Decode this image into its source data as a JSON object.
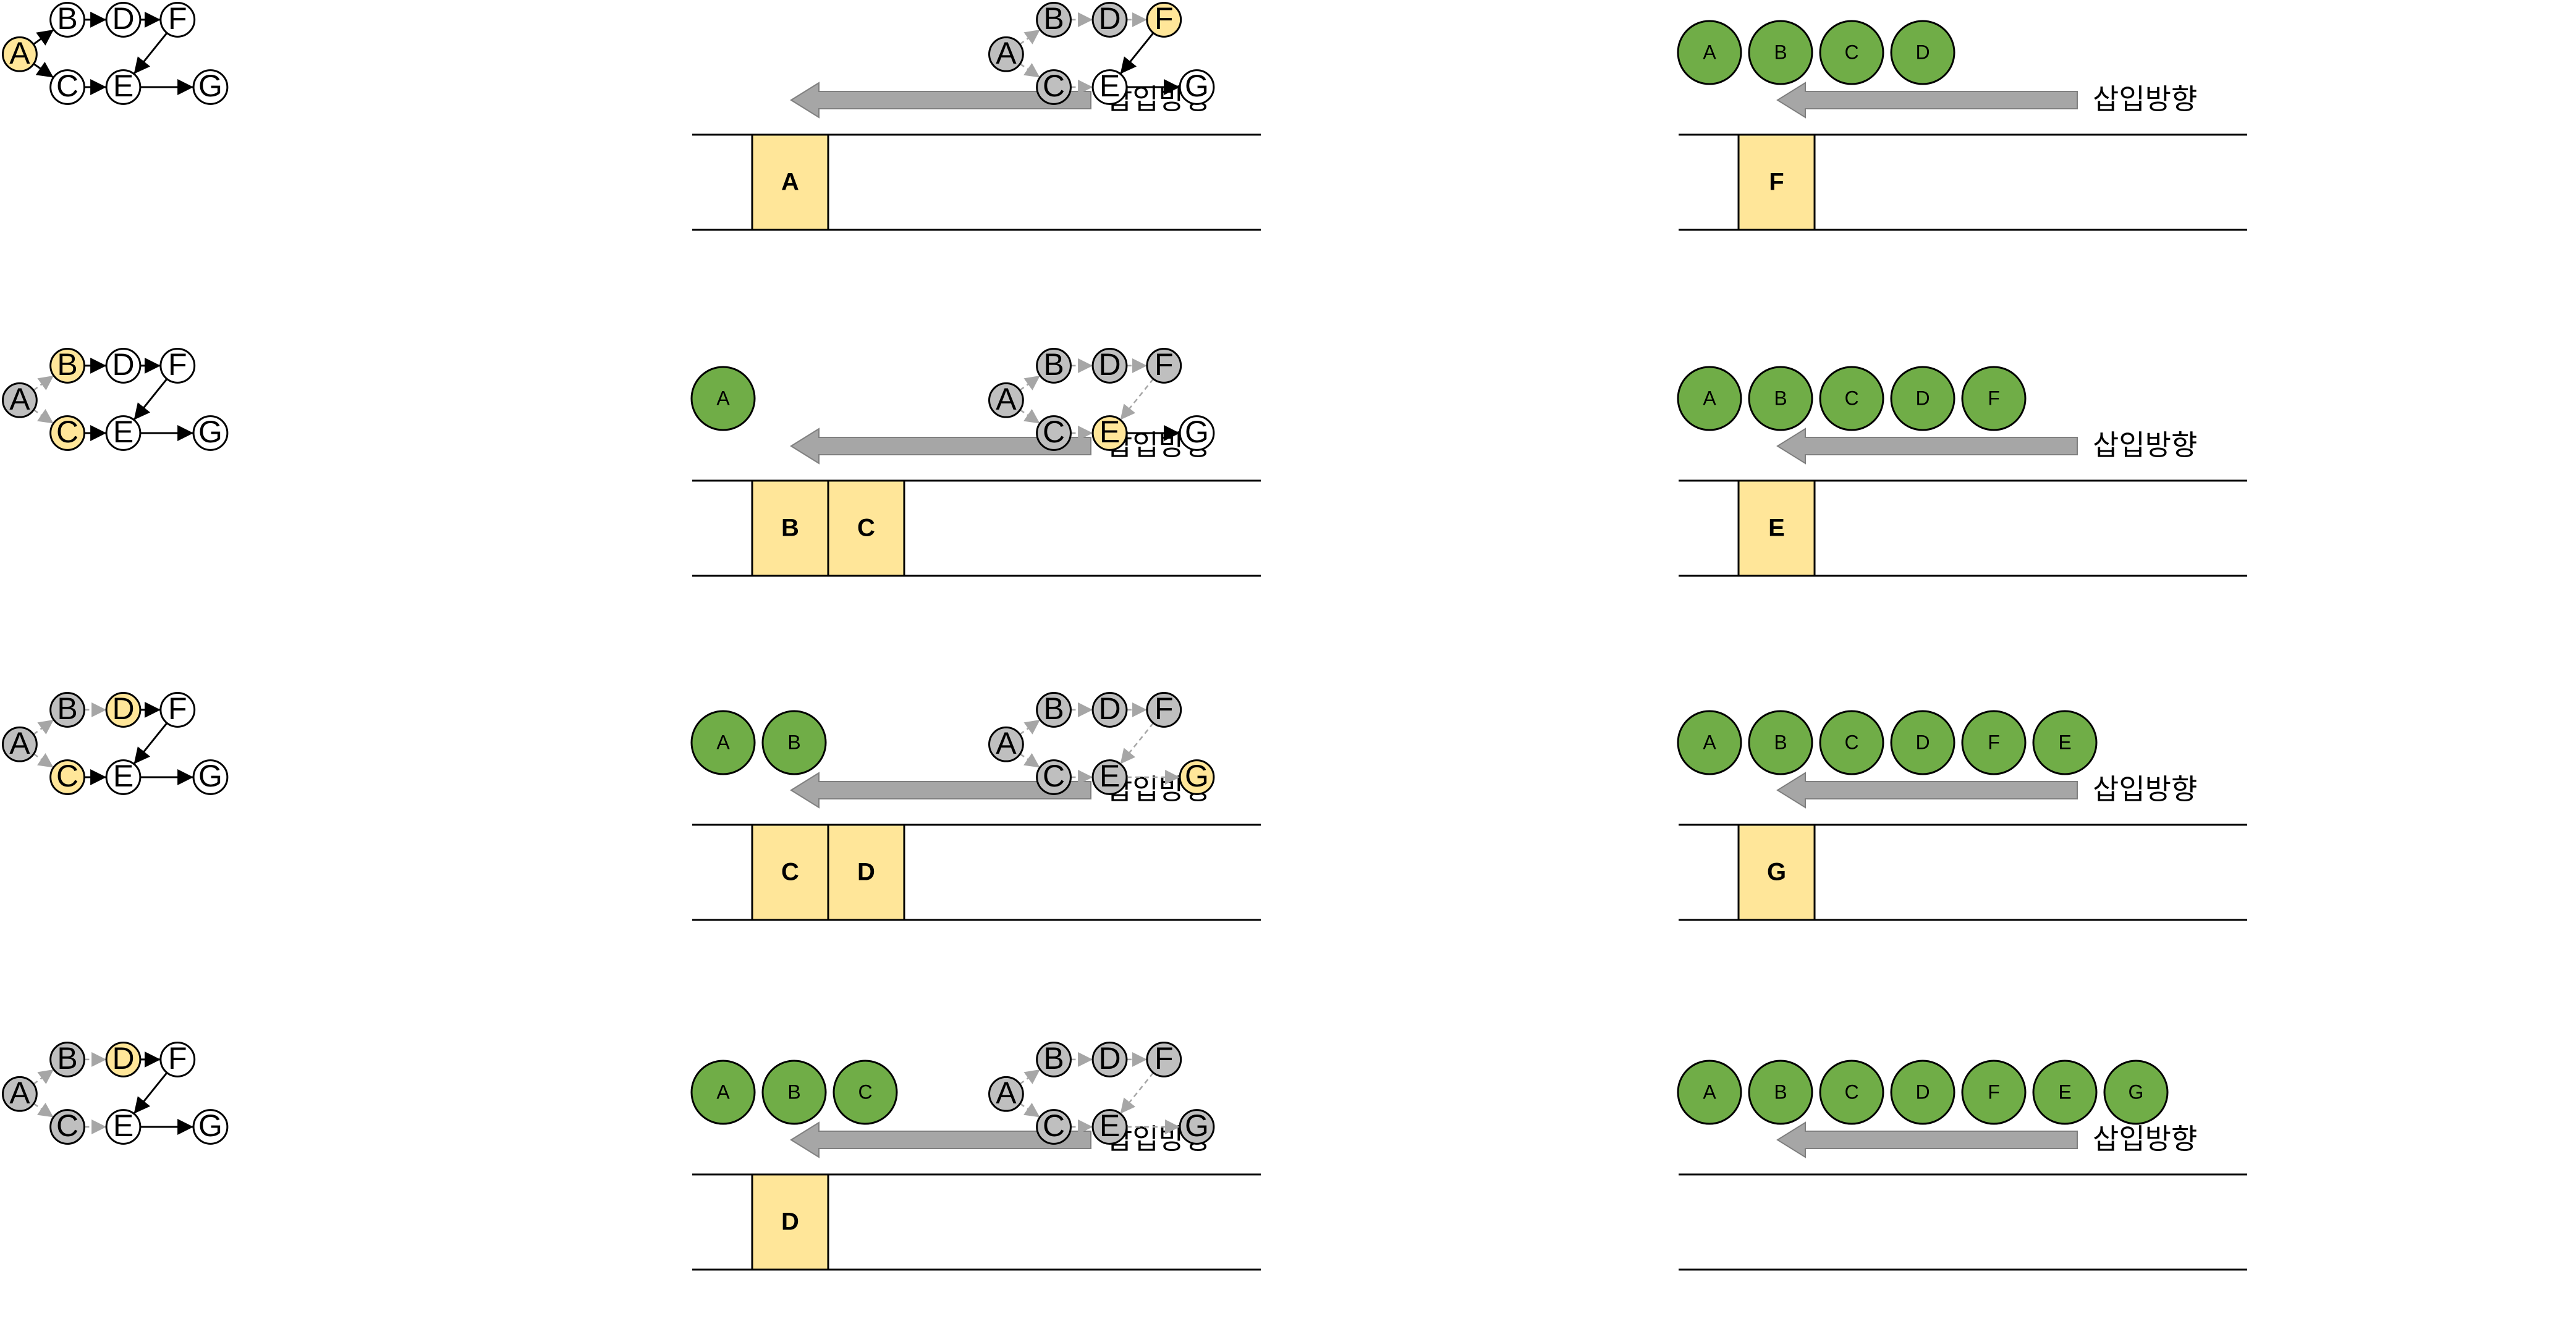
{
  "colors": {
    "current": "#FFE699",
    "visited": "#BFBFBF",
    "unvisited": "#FFFFFF",
    "output": "#70AD47",
    "queue_box": "#FFE699",
    "arrow": "#A6A6A6",
    "stroke": "#000000"
  },
  "direction_label": "삽입방향",
  "steps": [
    {
      "current": [
        "A"
      ],
      "visited": [],
      "queue": [
        "A"
      ],
      "output": []
    },
    {
      "current": [
        "B",
        "C"
      ],
      "visited": [
        "A"
      ],
      "queue": [
        "B",
        "C"
      ],
      "output": [
        "A"
      ]
    },
    {
      "current": [
        "C",
        "D"
      ],
      "visited": [
        "A",
        "B"
      ],
      "queue": [
        "C",
        "D"
      ],
      "output": [
        "A",
        "B"
      ]
    },
    {
      "current": [
        "D"
      ],
      "visited": [
        "A",
        "B",
        "C"
      ],
      "queue": [
        "D"
      ],
      "output": [
        "A",
        "B",
        "C"
      ]
    },
    {
      "current": [
        "F"
      ],
      "visited": [
        "A",
        "B",
        "C",
        "D"
      ],
      "queue": [
        "F"
      ],
      "output": [
        "A",
        "B",
        "C",
        "D"
      ]
    },
    {
      "current": [
        "E"
      ],
      "visited": [
        "A",
        "B",
        "C",
        "D",
        "F"
      ],
      "queue": [
        "E"
      ],
      "output": [
        "A",
        "B",
        "C",
        "D",
        "F"
      ]
    },
    {
      "current": [
        "G"
      ],
      "visited": [
        "A",
        "B",
        "C",
        "D",
        "F",
        "E"
      ],
      "queue": [
        "G"
      ],
      "output": [
        "A",
        "B",
        "C",
        "D",
        "F",
        "E"
      ]
    },
    {
      "current": [],
      "visited": [
        "A",
        "B",
        "C",
        "D",
        "F",
        "E",
        "G"
      ],
      "queue": [],
      "output": [
        "A",
        "B",
        "C",
        "D",
        "F",
        "E",
        "G"
      ]
    }
  ],
  "graph": {
    "nodes": [
      "A",
      "B",
      "C",
      "D",
      "E",
      "F",
      "G"
    ],
    "edges": [
      [
        "A",
        "B"
      ],
      [
        "A",
        "C"
      ],
      [
        "B",
        "D"
      ],
      [
        "D",
        "F"
      ],
      [
        "F",
        "E"
      ],
      [
        "C",
        "E"
      ],
      [
        "E",
        "G"
      ]
    ]
  }
}
